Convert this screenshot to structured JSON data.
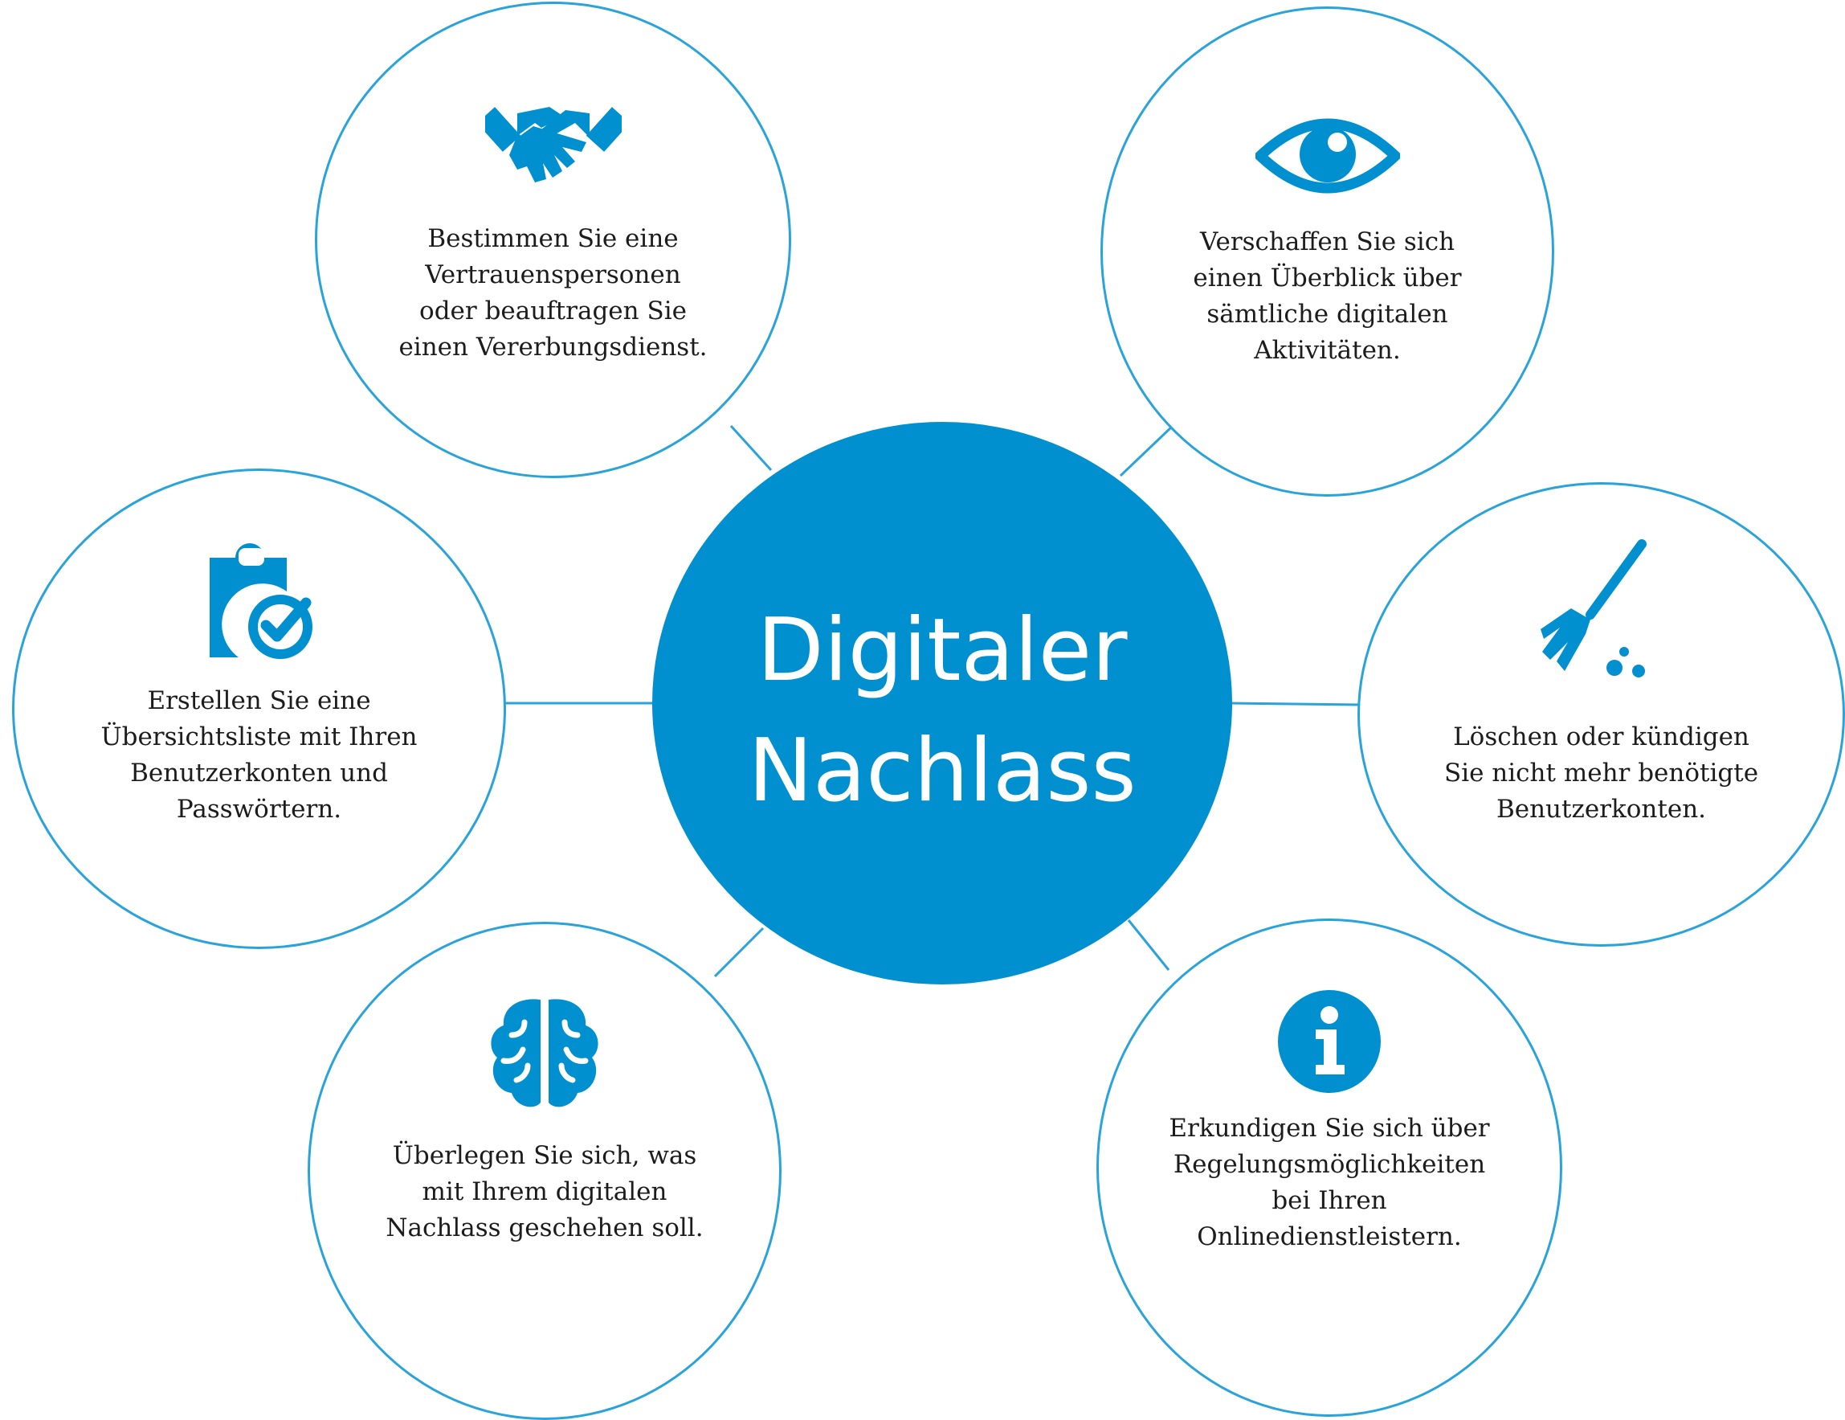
{
  "center": {
    "title_line1": "Digitaler",
    "title_line2": "Nachlass"
  },
  "nodes": [
    {
      "icon": "handshake-icon",
      "lines": [
        "Bestimmen Sie eine",
        "Vertrauenspersonen",
        "oder beauftragen Sie",
        "einen Vererbungsdienst."
      ]
    },
    {
      "icon": "eye-icon",
      "lines": [
        "Verschaffen Sie sich",
        "einen Überblick über",
        "sämtliche digitalen",
        "Aktivitäten."
      ]
    },
    {
      "icon": "clipboard-check-icon",
      "lines": [
        "Erstellen Sie eine",
        "Übersichtsliste mit Ihren",
        "Benutzerkonten und",
        "Passwörtern."
      ]
    },
    {
      "icon": "broom-icon",
      "lines": [
        "Löschen oder kündigen",
        "Sie nicht mehr benötigte",
        "Benutzerkonten."
      ]
    },
    {
      "icon": "brain-icon",
      "lines": [
        "Überlegen Sie sich, was",
        "mit Ihrem digitalen",
        "Nachlass geschehen soll."
      ]
    },
    {
      "icon": "info-icon",
      "lines": [
        "Erkundigen Sie sich über",
        "Regelungsmöglichkeiten",
        "bei Ihren",
        "Onlinedienstleistern."
      ]
    }
  ],
  "colors": {
    "accent": "#0090d0",
    "outline": "#29a3da",
    "text": "#1c1c1c",
    "background": "#ffffff"
  }
}
